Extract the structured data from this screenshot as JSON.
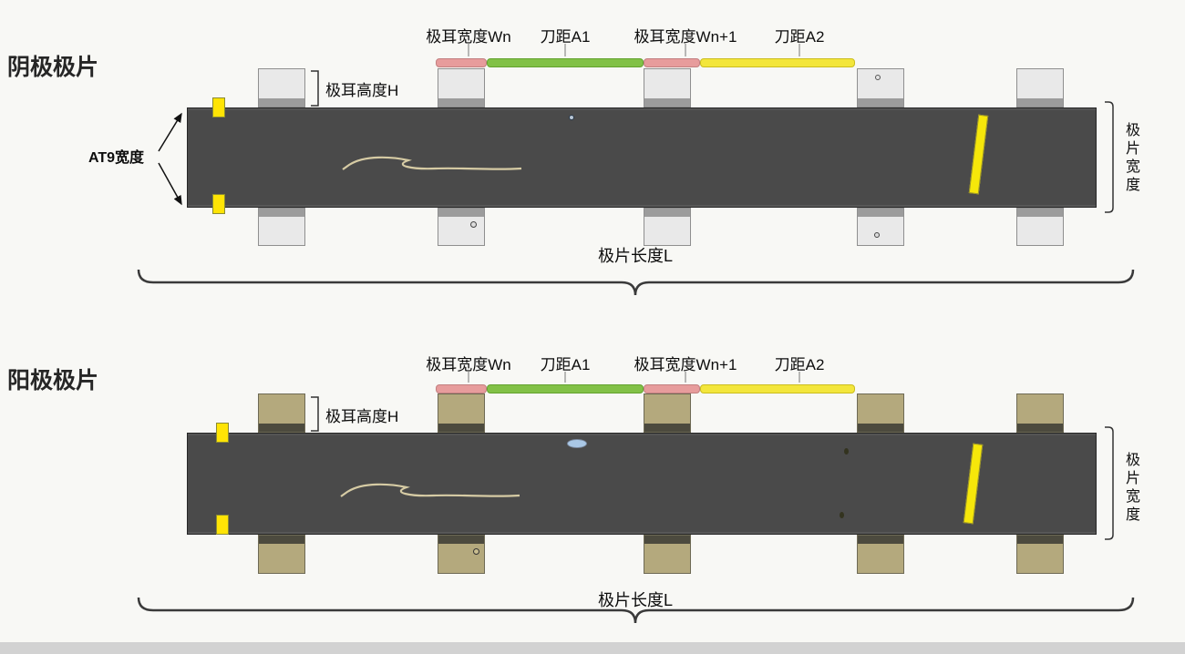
{
  "colors": {
    "background": "#f8f8f5",
    "strip": "#4a4a4a",
    "cathode_tab": "#e9e9e9",
    "anode_tab": "#b4a97d",
    "tab_width_bar": "#e79c9c",
    "blade_a1_bar": "#82c147",
    "blade_a2_bar": "#f3e63b",
    "yellow_marker": "#ffe405"
  },
  "cathode": {
    "title": "阴极极片",
    "labels": {
      "tab_width_n": "极耳宽度Wn",
      "blade_a1": "刀距A1",
      "tab_width_n1": "极耳宽度Wn+1",
      "blade_a2": "刀距A2",
      "tab_height": "极耳高度H",
      "at9_width": "AT9宽度",
      "sheet_width": "极片宽度",
      "sheet_length": "极片长度L"
    }
  },
  "anode": {
    "title": "阳极极片",
    "labels": {
      "tab_width_n": "极耳宽度Wn",
      "blade_a1": "刀距A1",
      "tab_width_n1": "极耳宽度Wn+1",
      "blade_a2": "刀距A2",
      "tab_height": "极耳高度H",
      "sheet_width": "极片宽度",
      "sheet_length": "极片长度L"
    }
  }
}
